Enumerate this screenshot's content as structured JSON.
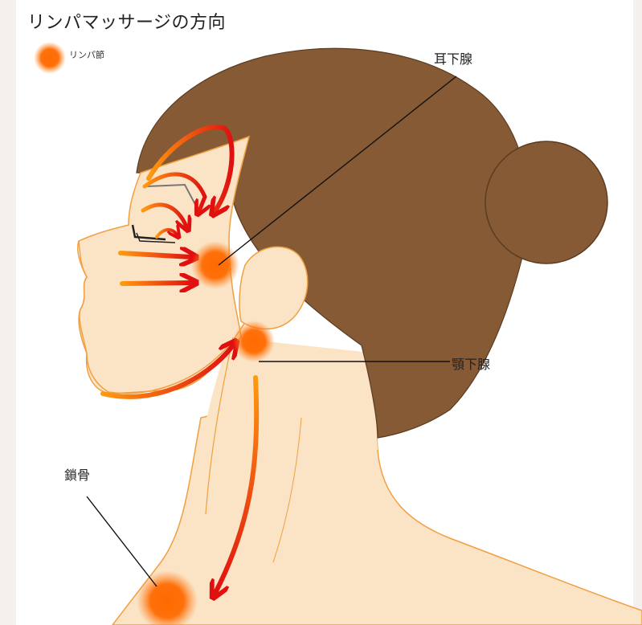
{
  "title": "リンパマッサージの方向",
  "legend": {
    "label": "リンパ節",
    "color": "#ff6a00"
  },
  "labels": {
    "parotid": "耳下腺",
    "submandibular": "顎下腺",
    "clavicle": "鎖骨"
  },
  "colors": {
    "skin": "#fbe3c6",
    "skin_outline": "#f0a040",
    "hair": "#865a34",
    "hair_outline": "#5a3c22",
    "arrow_start": "#ff8a00",
    "arrow_end": "#e01010",
    "node": "#ff6a00"
  }
}
